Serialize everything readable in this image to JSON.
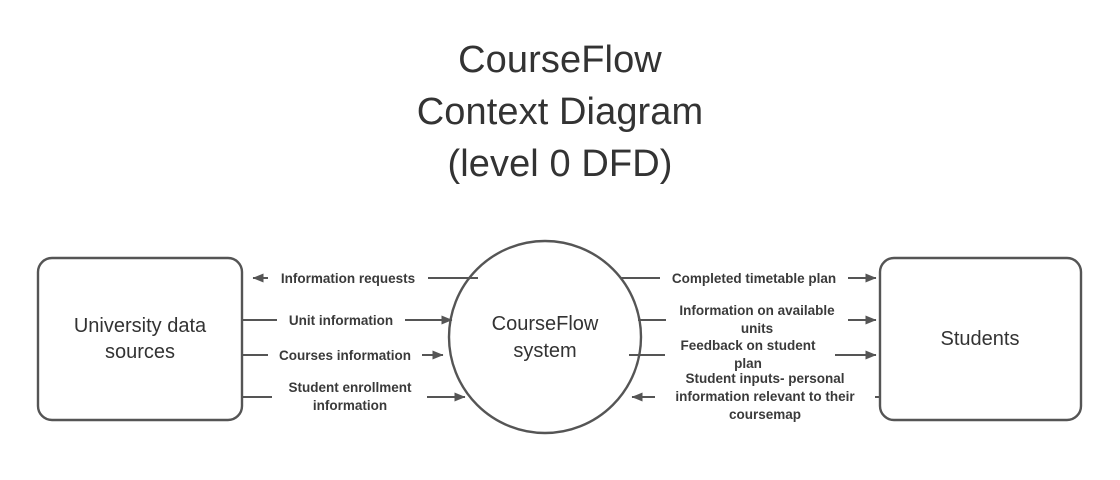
{
  "title": {
    "line1": "CourseFlow",
    "line2": "Context Diagram",
    "line3": "(level 0 DFD)"
  },
  "colors": {
    "stroke": "#555555",
    "text": "#333333",
    "label_text": "#3a3a3a",
    "background": "#ffffff"
  },
  "nodes": {
    "left_entity": {
      "label_line1": "University data",
      "label_line2": "sources",
      "shape": "rounded-rectangle"
    },
    "process": {
      "label_line1": "CourseFlow",
      "label_line2": "system",
      "shape": "circle"
    },
    "right_entity": {
      "label_line1": "Students",
      "label_line2": "",
      "shape": "rounded-rectangle"
    }
  },
  "flows_left": [
    {
      "id": "information-requests",
      "line1": "Information requests",
      "line2": "",
      "direction": "to-entity"
    },
    {
      "id": "unit-information",
      "line1": "Unit information",
      "line2": "",
      "direction": "to-process"
    },
    {
      "id": "courses-information",
      "line1": "Courses information",
      "line2": "",
      "direction": "to-process"
    },
    {
      "id": "student-enrollment-information",
      "line1": "Student enrollment",
      "line2": "information",
      "direction": "to-process"
    }
  ],
  "flows_right": [
    {
      "id": "completed-timetable-plan",
      "line1": "Completed timetable plan",
      "line2": "",
      "line3": "",
      "direction": "to-entity"
    },
    {
      "id": "information-on-available-units",
      "line1": "Information on available",
      "line2": "units",
      "line3": "",
      "direction": "to-entity"
    },
    {
      "id": "feedback-on-student-plan",
      "line1": "Feedback on student",
      "line2": "plan",
      "line3": "",
      "direction": "to-entity"
    },
    {
      "id": "student-inputs-personal-information",
      "line1": "Student inputs- personal",
      "line2": "information relevant to their",
      "line3": "coursemap",
      "direction": "to-process"
    }
  ]
}
